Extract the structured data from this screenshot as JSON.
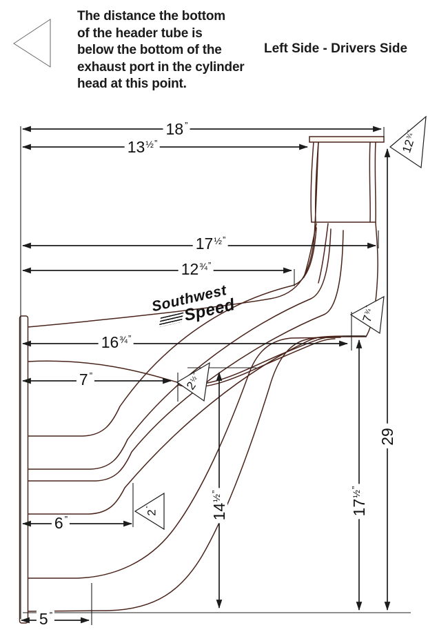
{
  "legend_note": {
    "lines": [
      "The distance the bottom",
      "of the header tube is",
      "below the bottom of the",
      "exhaust port in the cylinder",
      "head at this point."
    ]
  },
  "side_title": "Left Side  - Drivers Side",
  "logo": {
    "line1": "Southwest",
    "line2": "Speed"
  },
  "dimensions": {
    "d18": {
      "whole": "18",
      "frac": "",
      "unit": "”"
    },
    "d13_5": {
      "whole": "13",
      "frac": "½",
      "unit": "”"
    },
    "d17_5": {
      "whole": "17",
      "frac": "½",
      "unit": "”"
    },
    "d12_75": {
      "whole": "12",
      "frac": "¾",
      "unit": "”"
    },
    "d16_75": {
      "whole": "16",
      "frac": "¾",
      "unit": "”"
    },
    "d7": {
      "whole": "7",
      "frac": "",
      "unit": "”"
    },
    "d6": {
      "whole": "6",
      "frac": "",
      "unit": "”"
    },
    "d5": {
      "whole": "5",
      "frac": "",
      "unit": "”"
    },
    "v14_5": {
      "whole": "14",
      "frac": "½",
      "unit": "”"
    },
    "v17_5": {
      "whole": "17",
      "frac": "½",
      "unit": "”"
    },
    "v29": {
      "whole": "29",
      "frac": "",
      "unit": ""
    },
    "flag12_75": {
      "whole": "12",
      "frac": "¾",
      "unit": "”"
    },
    "flag7_75": {
      "whole": "7",
      "frac": "¾",
      "unit": "”"
    },
    "flag2_5": {
      "whole": "2",
      "frac": "½",
      "unit": "”"
    },
    "flag2": {
      "whole": "2",
      "frac": "",
      "unit": "”"
    }
  },
  "colors": {
    "ink": "#1c1c1c",
    "tube": "#4a241b",
    "paper": "#ffffff"
  }
}
